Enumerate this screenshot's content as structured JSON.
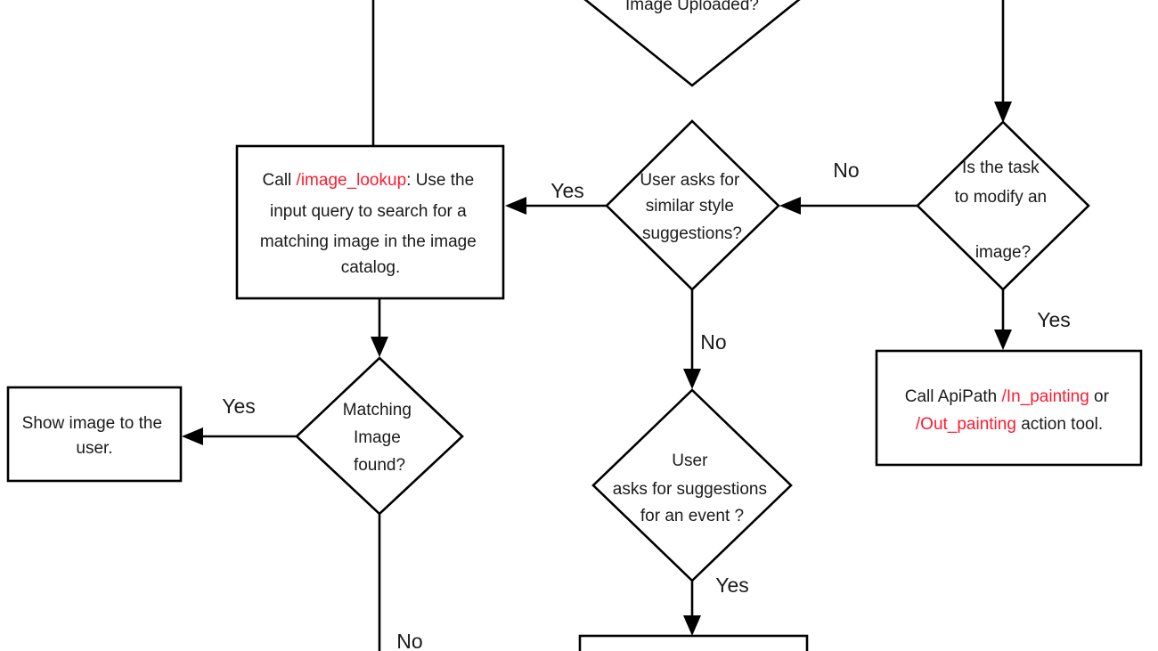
{
  "colors": {
    "line": "#000000",
    "text": "#1a1a1a",
    "api_highlight": "#ff1a2e"
  },
  "nodes": {
    "top_decision": {
      "text": "Image Uploaded?"
    },
    "modify_decision": {
      "lines": [
        "Is the task",
        "to modify an",
        "image?"
      ]
    },
    "style_decision": {
      "lines": [
        "User asks for",
        "similar style",
        "suggestions?"
      ]
    },
    "lookup_box": {
      "line1_prefix": "Call ",
      "line1_api": "/image_lookup",
      "line1_suffix": ": Use the",
      "line2": "input query to search for a",
      "line3": "matching image in the image",
      "line4": "catalog."
    },
    "painting_box": {
      "line1_prefix": "Call ApiPath ",
      "line1_api": "/In_painting",
      "line1_suffix": " or",
      "line2_api": "/Out_painting",
      "line2_suffix": " action tool."
    },
    "match_decision": {
      "lines": [
        "Matching",
        "Image",
        "found?"
      ]
    },
    "show_box": {
      "lines": [
        "Show image to the",
        "user."
      ]
    },
    "event_decision": {
      "lines": [
        "User",
        "asks for suggestions",
        "for an event ?"
      ]
    }
  },
  "edge_labels": {
    "modify_no": "No",
    "modify_yes": "Yes",
    "style_yes": "Yes",
    "style_no": "No",
    "match_yes": "Yes",
    "match_no": "No",
    "event_yes": "Yes"
  }
}
